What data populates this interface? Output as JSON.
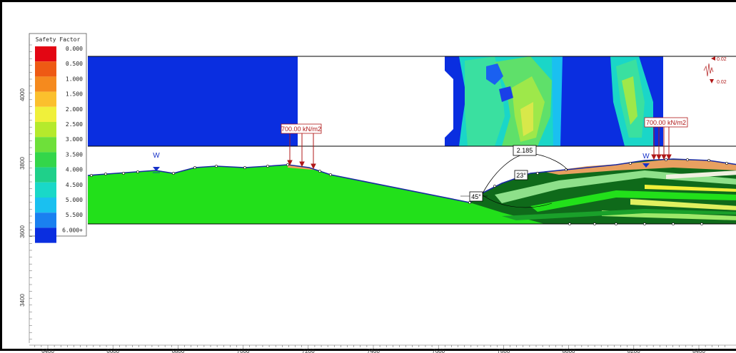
{
  "legend": {
    "title": "Safety Factor",
    "items": [
      {
        "label": "0.000",
        "color": "#e30613"
      },
      {
        "label": "0.500",
        "color": "#ee5a14"
      },
      {
        "label": "1.000",
        "color": "#f58a1e"
      },
      {
        "label": "1.500",
        "color": "#fbc02d"
      },
      {
        "label": "2.000",
        "color": "#f0f03a"
      },
      {
        "label": "2.500",
        "color": "#b5ea2c"
      },
      {
        "label": "3.000",
        "color": "#6ee03a"
      },
      {
        "label": "3.500",
        "color": "#33d64a"
      },
      {
        "label": "4.000",
        "color": "#1fd08a"
      },
      {
        "label": "4.500",
        "color": "#19d8c8"
      },
      {
        "label": "5.000",
        "color": "#1ac0f0"
      },
      {
        "label": "5.500",
        "color": "#1a80f0"
      },
      {
        "label": "6.000+",
        "color": "#0a2ee0"
      }
    ]
  },
  "x_axis": {
    "ticks": [
      "6400",
      "6600",
      "6800",
      "7000",
      "7200",
      "7400",
      "7600",
      "7800",
      "8000",
      "8200",
      "8400"
    ]
  },
  "y_axis": {
    "ticks": [
      "4000",
      "3800",
      "3600",
      "3400"
    ]
  },
  "loads": {
    "left_label": "700.00 kN/m2",
    "right_label": "700.00 kN/m2"
  },
  "water_table": {
    "left_marker": "W",
    "right_marker": "W"
  },
  "slip_surface": {
    "safety_factor": "2.185"
  },
  "angles": {
    "steep": "45°",
    "gentle": "23°"
  },
  "seismic": {
    "horizontal": "0.02",
    "vertical": "0.02"
  },
  "colors": {
    "grid_blue": "#0a2ee0",
    "ground_green": "#22e01a",
    "border": "#000000"
  }
}
